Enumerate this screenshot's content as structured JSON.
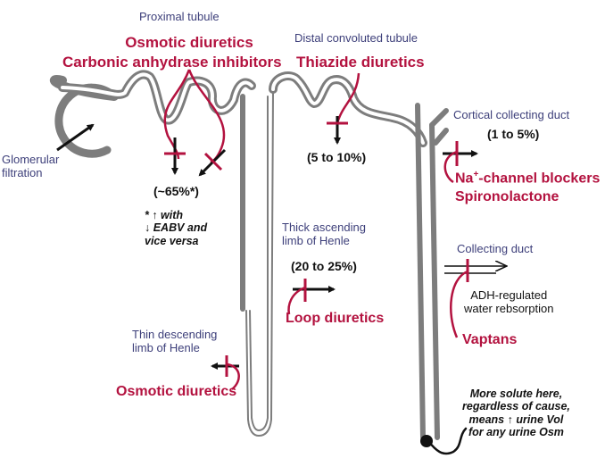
{
  "colors": {
    "tubule_gray": "#7d7d7d",
    "drug_red": "#b3123f",
    "label_navy": "#3d3f7a",
    "arrow_black": "#111111"
  },
  "segments": {
    "proximal_tubule": "Proximal tubule",
    "distal_convoluted_tubule": "Distal convoluted tubule",
    "cortical_collecting_duct": "Cortical collecting duct",
    "glomerular_filtration": "Glomerular\nfiltration",
    "thick_ascending_limb": "Thick ascending\nlimb of Henle",
    "collecting_duct": "Collecting duct",
    "thin_descending_limb": "Thin descending\nlimb of Henle"
  },
  "drugs": {
    "osmotic_top": "Osmotic diuretics",
    "carbonic_anhydrase": "Carbonic anhydrase inhibitors",
    "thiazide": "Thiazide diuretics",
    "na_channel_prefix": "Na",
    "na_channel_sup": "+",
    "na_channel_suffix": "-channel blockers",
    "spironolactone": "Spironolactone",
    "loop": "Loop diuretics",
    "vaptans": "Vaptans",
    "osmotic_bottom": "Osmotic diuretics"
  },
  "percentages": {
    "proximal": "(~65%*)",
    "distal": "(5 to 10%)",
    "cortical": "(1 to 5%)",
    "thick_ascending": "(20 to 25%)"
  },
  "notes": {
    "eabv": "* ↑ with\n↓ EABV and\nvice versa",
    "adh": "ADH-regulated\nwater rebsorption",
    "solute": "More solute here,\nregardless of cause,\nmeans ↑ urine Vol\nfor any urine Osm"
  }
}
